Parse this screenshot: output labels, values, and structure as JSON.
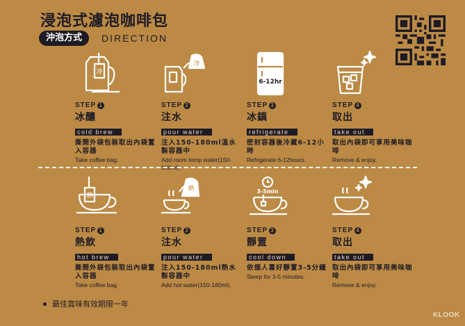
{
  "header": {
    "title": "浸泡式濾泡咖啡包",
    "method_label": "沖泡方式",
    "direction_label": "DIRECTION"
  },
  "qr": {
    "icon": "qr-code-icon"
  },
  "cold_steps": [
    {
      "step": "STEP",
      "num": "1",
      "name": "冰釀",
      "tag": "cold brew",
      "zh": "撕開外袋包裝取出內袋置入容器",
      "en": "Take coffee bag.",
      "icon": "cold-kettle-bag-icon"
    },
    {
      "step": "STEP",
      "num": "2",
      "name": "注水",
      "tag": "pour water",
      "zh": "注入150-180ml溫水製容器中",
      "en": "Add room temp water(150-180ml).",
      "icon": "pour-cold-water-icon"
    },
    {
      "step": "STEP",
      "num": "3",
      "name": "冰鎮",
      "tag": "refrigerate",
      "zh": "密封容器後冷藏6-12小時",
      "en": "Refrigerate 6-12hours.",
      "icon": "fridge-icon",
      "icon_text": "6-12hr"
    },
    {
      "step": "STEP",
      "num": "4",
      "name": "取出",
      "tag": "take out",
      "zh": "取出內袋即可享用美味咖啡",
      "en": "Remove & enjoy.",
      "icon": "iced-glass-icon"
    }
  ],
  "hot_steps": [
    {
      "step": "STEP",
      "num": "1",
      "name": "熱飲",
      "tag": "hot brew",
      "zh": "撕開外袋包裝取出內袋置入容器",
      "en": "Take coffee bag.",
      "icon": "hot-cup-bag-icon"
    },
    {
      "step": "STEP",
      "num": "2",
      "name": "注水",
      "tag": "pour water",
      "zh": "注入150-180ml熱水製容器中",
      "en": "Add hot water(150-180ml).",
      "icon": "pour-hot-water-icon"
    },
    {
      "step": "STEP",
      "num": "3",
      "name": "靜置",
      "tag": "cool down",
      "zh": "依個人喜好靜置3-5分鐘",
      "en": "Steep for 3-5 minutes.",
      "icon": "timer-cup-icon",
      "icon_text": "3-5min"
    },
    {
      "step": "STEP",
      "num": "4",
      "name": "取出",
      "tag": "take out",
      "zh": "取出內袋即可享用美味咖啡",
      "en": "Remove & enjoy.",
      "icon": "coffee-cup-sparkle-icon"
    }
  ],
  "icon_labels": {
    "cold": "冷",
    "hot": "熱"
  },
  "footer": {
    "note": "最佳賞味有效期限一年",
    "brand": "KLOOK"
  },
  "colors": {
    "background": "#BC8A45",
    "ink": "#1e1b25",
    "line": "#ffffff"
  }
}
